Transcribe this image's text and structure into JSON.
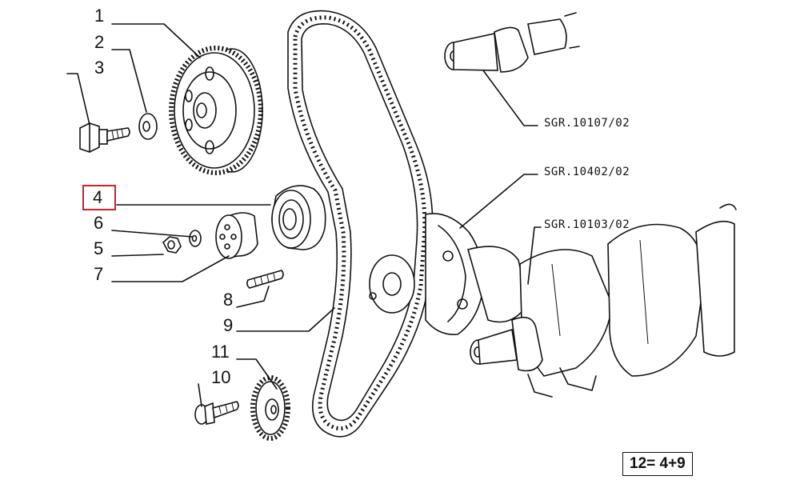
{
  "callouts": {
    "c1": "1",
    "c2": "2",
    "c3": "3",
    "c4": "4",
    "c5": "5",
    "c6": "6",
    "c7": "7",
    "c8": "8",
    "c9": "9",
    "c10": "10",
    "c11": "11"
  },
  "references": {
    "r1": "SGR.10107/02",
    "r2": "SGR.10402/02",
    "r3": "SGR.10103/02"
  },
  "formula": "12= 4+9",
  "colors": {
    "line": "#111111",
    "highlight": "#d0202a",
    "background": "#ffffff"
  }
}
